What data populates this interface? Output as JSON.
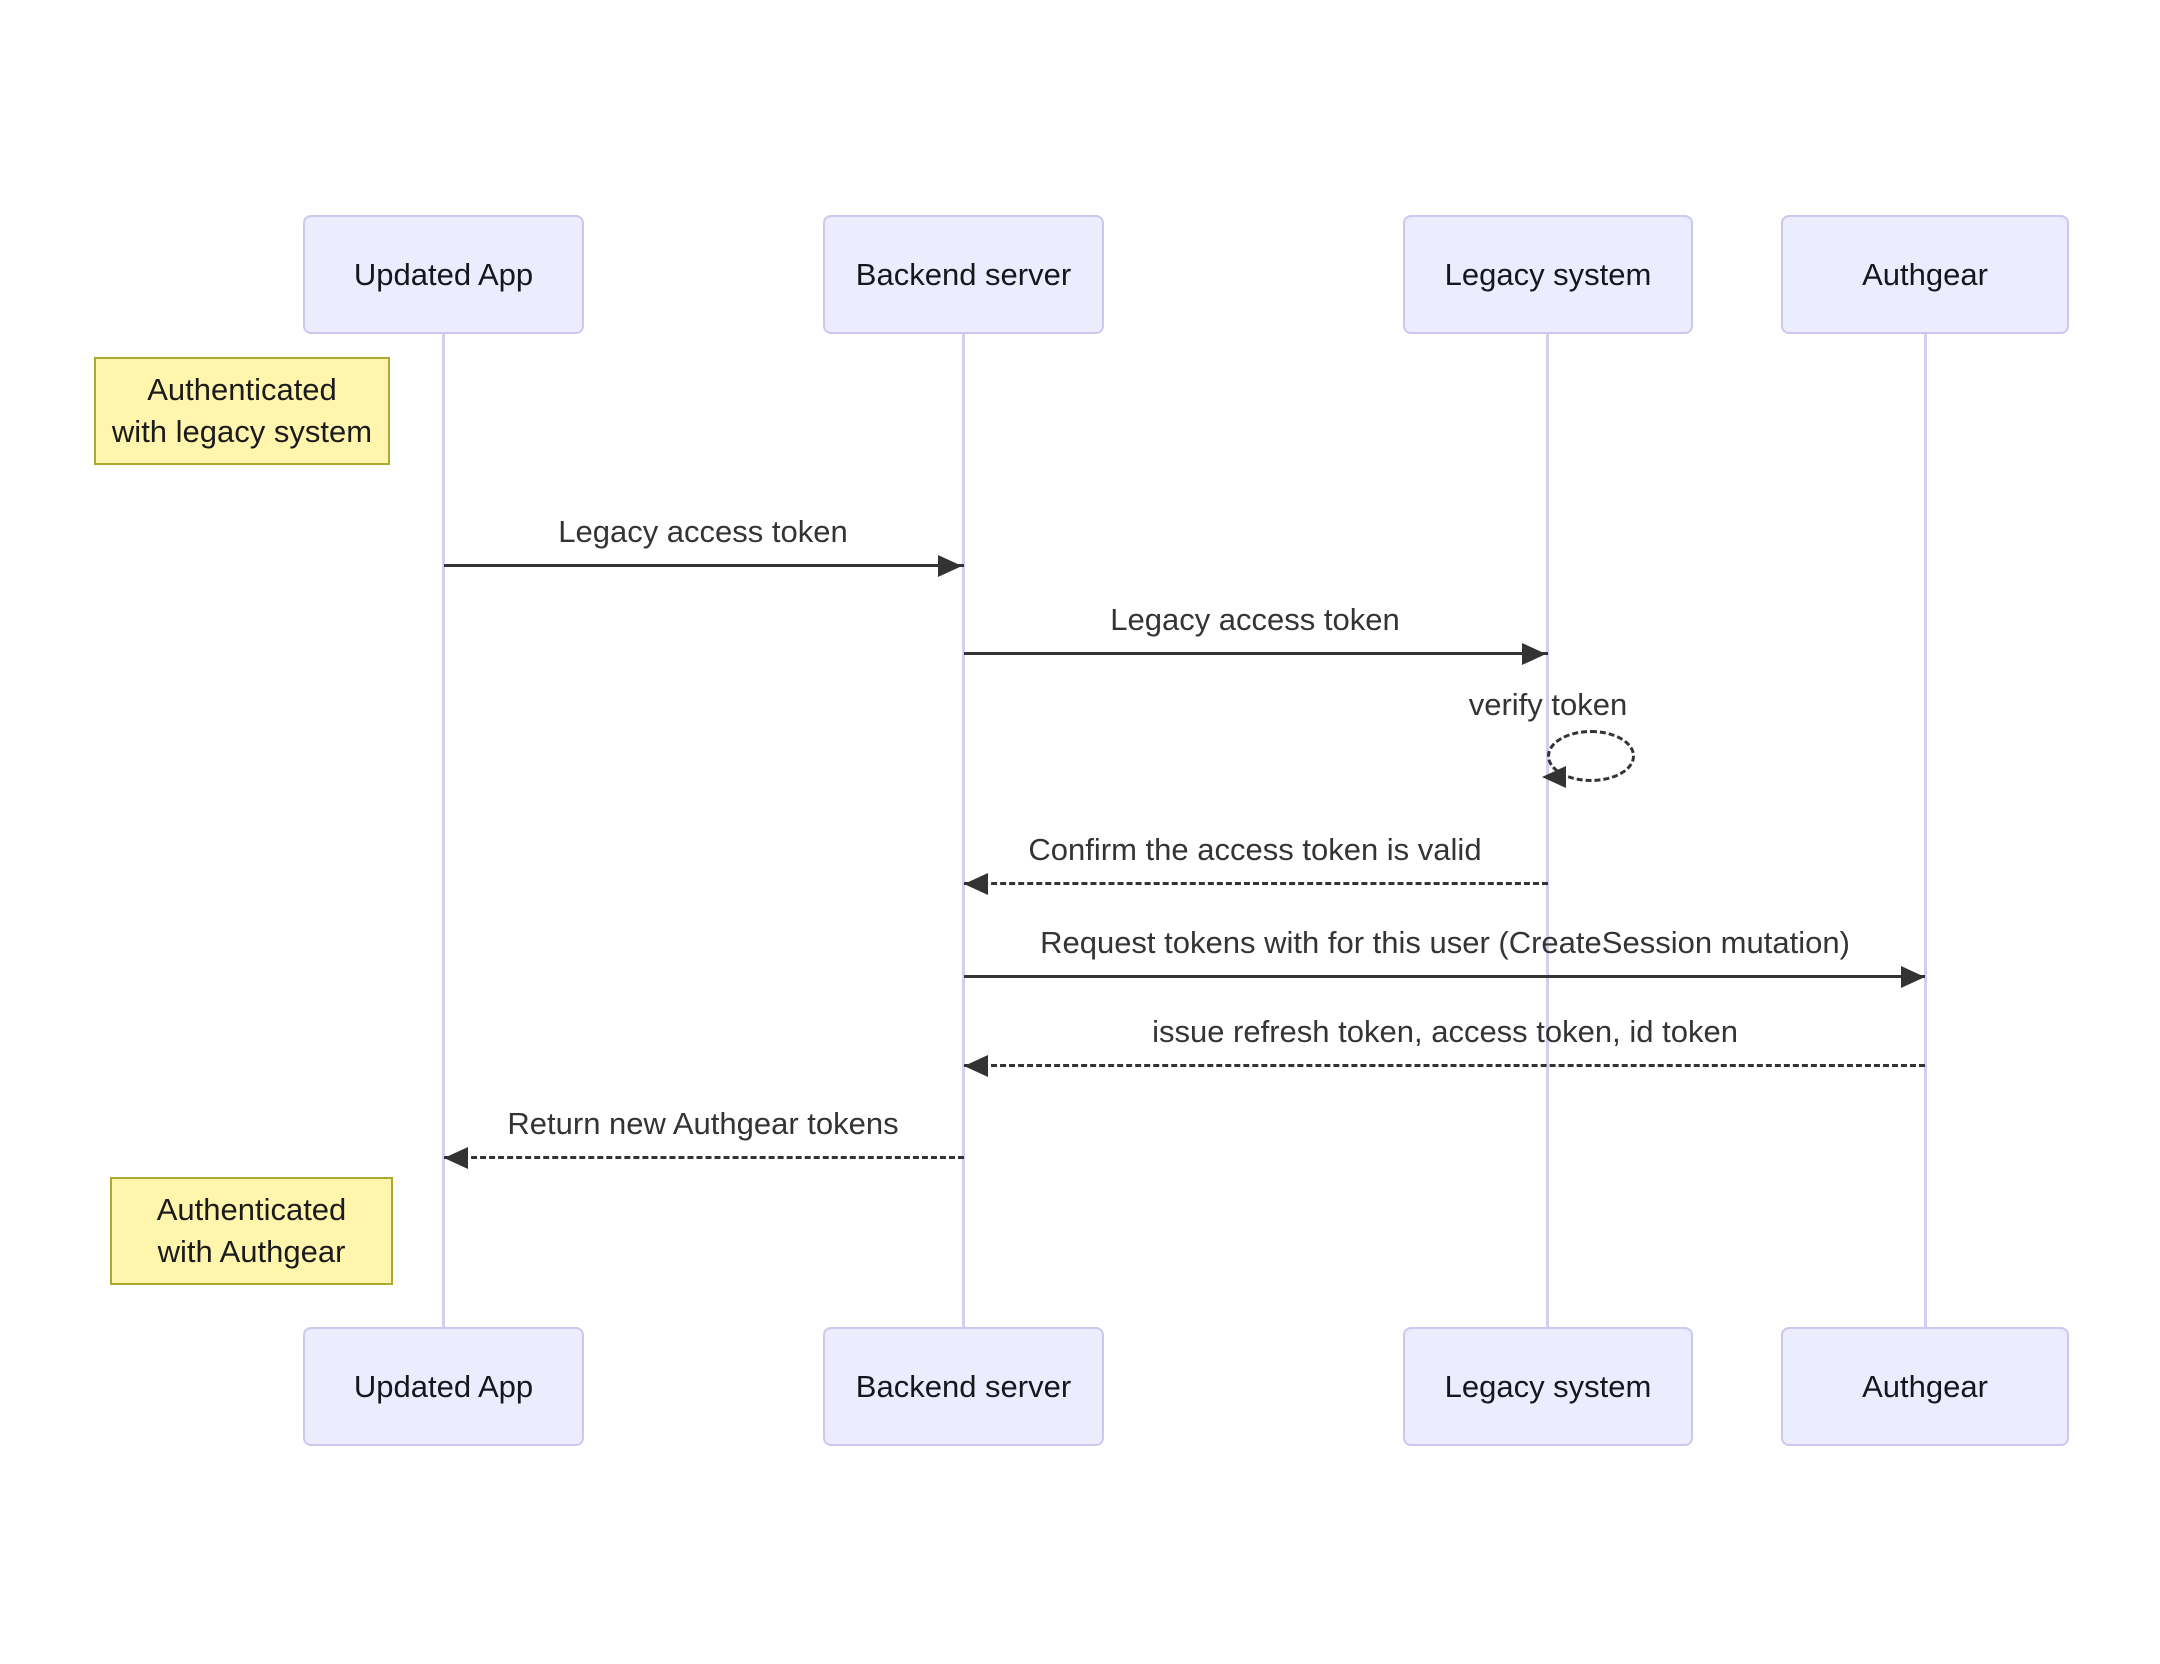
{
  "diagram": {
    "type": "sequence-diagram",
    "colors": {
      "background": "#FFFFFF",
      "actor_fill": "#ECECFF",
      "actor_border": "#CFC6F0",
      "lifeline": "#D5CCF2",
      "note_fill": "#FFF5AD",
      "note_border": "#AAAA33",
      "message_color": "#343434",
      "arrow_color": "#333333"
    },
    "actors": [
      {
        "label": "Updated App"
      },
      {
        "label": "Backend server"
      },
      {
        "label": "Legacy system"
      },
      {
        "label": "Authgear"
      }
    ],
    "notes": [
      {
        "position": "left of Updated App",
        "line1": "Authenticated",
        "line2": "with legacy system"
      },
      {
        "position": "left of Updated App",
        "line1": "Authenticated",
        "line2": "with Authgear"
      }
    ],
    "messages": [
      {
        "from": "Updated App",
        "to": "Backend server",
        "style": "solid",
        "label": "Legacy access token"
      },
      {
        "from": "Backend server",
        "to": "Legacy system",
        "style": "solid",
        "label": "Legacy access token"
      },
      {
        "from": "Legacy system",
        "to": "Legacy system",
        "style": "dashed-self",
        "label": "verify token"
      },
      {
        "from": "Legacy system",
        "to": "Backend server",
        "style": "dashed",
        "label": "Confirm the access token is valid"
      },
      {
        "from": "Backend server",
        "to": "Authgear",
        "style": "solid",
        "label": "Request tokens with for this user (CreateSession mutation)"
      },
      {
        "from": "Authgear",
        "to": "Backend server",
        "style": "dashed",
        "label": "issue refresh token, access token, id token"
      },
      {
        "from": "Backend server",
        "to": "Updated App",
        "style": "dashed",
        "label": "Return new Authgear tokens"
      }
    ]
  }
}
